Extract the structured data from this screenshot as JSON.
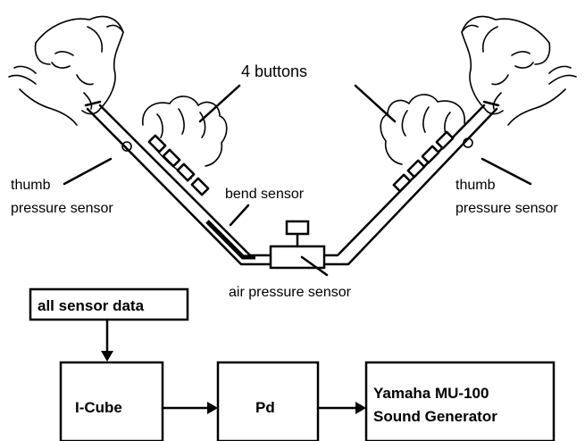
{
  "labels": {
    "buttons": "4 buttons",
    "thumb_left_line1": "thumb",
    "thumb_left_line2": "pressure sensor",
    "thumb_right_line1": "thumb",
    "thumb_right_line2": "pressure sensor",
    "bend": "bend sensor",
    "air": "air pressure sensor"
  },
  "flow": {
    "source": "all sensor data",
    "nodes": [
      {
        "line1": "I-Cube",
        "line2": ""
      },
      {
        "line1": "Pd",
        "line2": ""
      },
      {
        "line1": "Yamaha MU-100",
        "line2": "Sound Generator"
      }
    ]
  }
}
